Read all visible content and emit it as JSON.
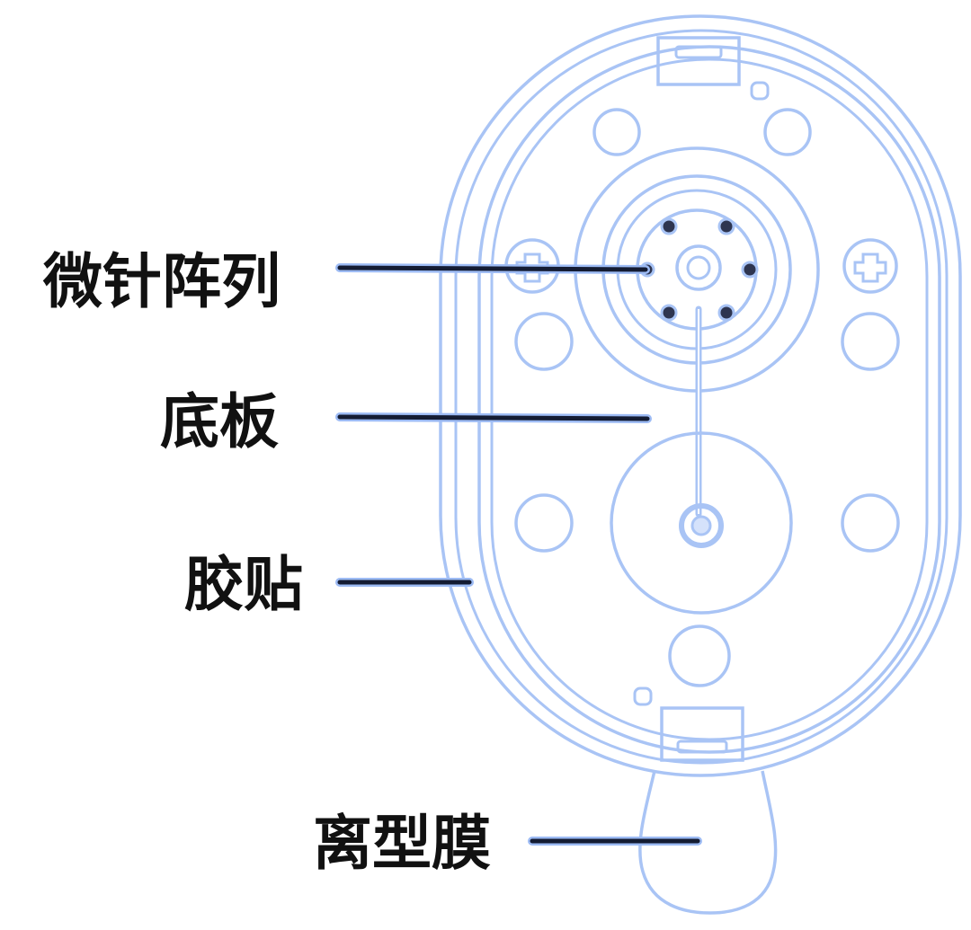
{
  "labels": {
    "microneedle_array": "微针阵列",
    "base_plate": "底板",
    "adhesive_patch": "胶贴",
    "release_film": "离型膜"
  },
  "colors": {
    "outline": "#a9c4f5",
    "leader_line": "#141c33",
    "label_text": "#111111",
    "background": "#ffffff"
  }
}
